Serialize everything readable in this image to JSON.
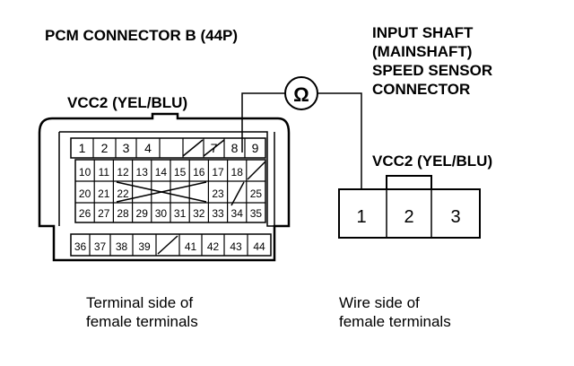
{
  "pcm_title": "PCM CONNECTOR B (44P)",
  "pcm_wire_label": "VCC2 (YEL/BLU)",
  "sensor_title_lines": [
    "INPUT SHAFT",
    "(MAINSHAFT)",
    "SPEED SENSOR",
    "CONNECTOR"
  ],
  "sensor_wire_label": "VCC2 (YEL/BLU)",
  "meter_symbol": "Ω",
  "pcm_rows": [
    [
      "1",
      "2",
      "3",
      "4",
      "",
      "",
      "7",
      "8",
      "9"
    ],
    [
      "10",
      "11",
      "12",
      "13",
      "14",
      "15",
      "16",
      "17",
      "18",
      ""
    ],
    [
      "20",
      "21",
      "22",
      "",
      "",
      "",
      "",
      "23",
      "",
      "25"
    ],
    [
      "26",
      "27",
      "28",
      "29",
      "30",
      "31",
      "32",
      "33",
      "34",
      "35"
    ],
    [
      "36",
      "37",
      "38",
      "39",
      "",
      "41",
      "42",
      "43",
      "44"
    ]
  ],
  "sensor_terminals": [
    "1",
    "2",
    "3"
  ],
  "pcm_caption_lines": [
    "Terminal side of",
    "female terminals"
  ],
  "sensor_caption_lines": [
    "Wire side of",
    "female terminals"
  ]
}
